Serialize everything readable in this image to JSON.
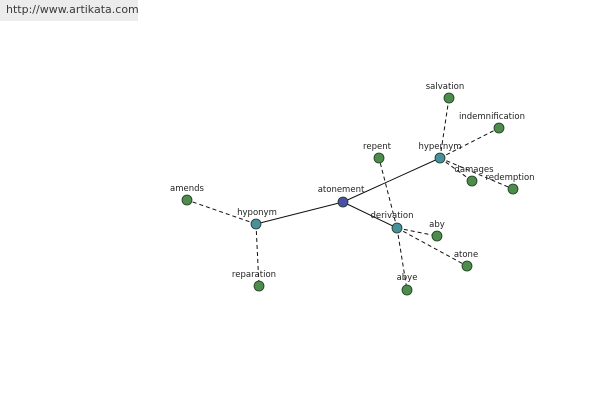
{
  "header": {
    "url": "http://www.artikata.com"
  },
  "colors": {
    "center_node": "#4a4fa8",
    "relation_node": "#4a8f9c",
    "word_node": "#4d8c4d",
    "node_stroke": "#1e3a1e",
    "edge": "#111111"
  },
  "graph": {
    "center": {
      "label": "atonement",
      "kind": "center"
    },
    "relations": [
      {
        "id": "hyponym",
        "label": "hyponym",
        "kind": "relation"
      },
      {
        "id": "hypernym",
        "label": "hypernym",
        "kind": "relation"
      },
      {
        "id": "derivation",
        "label": "derivation",
        "kind": "relation"
      }
    ],
    "words": [
      {
        "label": "amends",
        "relation": "hyponym"
      },
      {
        "label": "reparation",
        "relation": "hyponym"
      },
      {
        "label": "salvation",
        "relation": "hypernym"
      },
      {
        "label": "indemnification",
        "relation": "hypernym"
      },
      {
        "label": "damages",
        "relation": "hypernym"
      },
      {
        "label": "redemption",
        "relation": "hypernym"
      },
      {
        "label": "repent",
        "relation": "derivation"
      },
      {
        "label": "aby",
        "relation": "derivation"
      },
      {
        "label": "atone",
        "relation": "derivation"
      },
      {
        "label": "abye",
        "relation": "derivation"
      }
    ]
  }
}
